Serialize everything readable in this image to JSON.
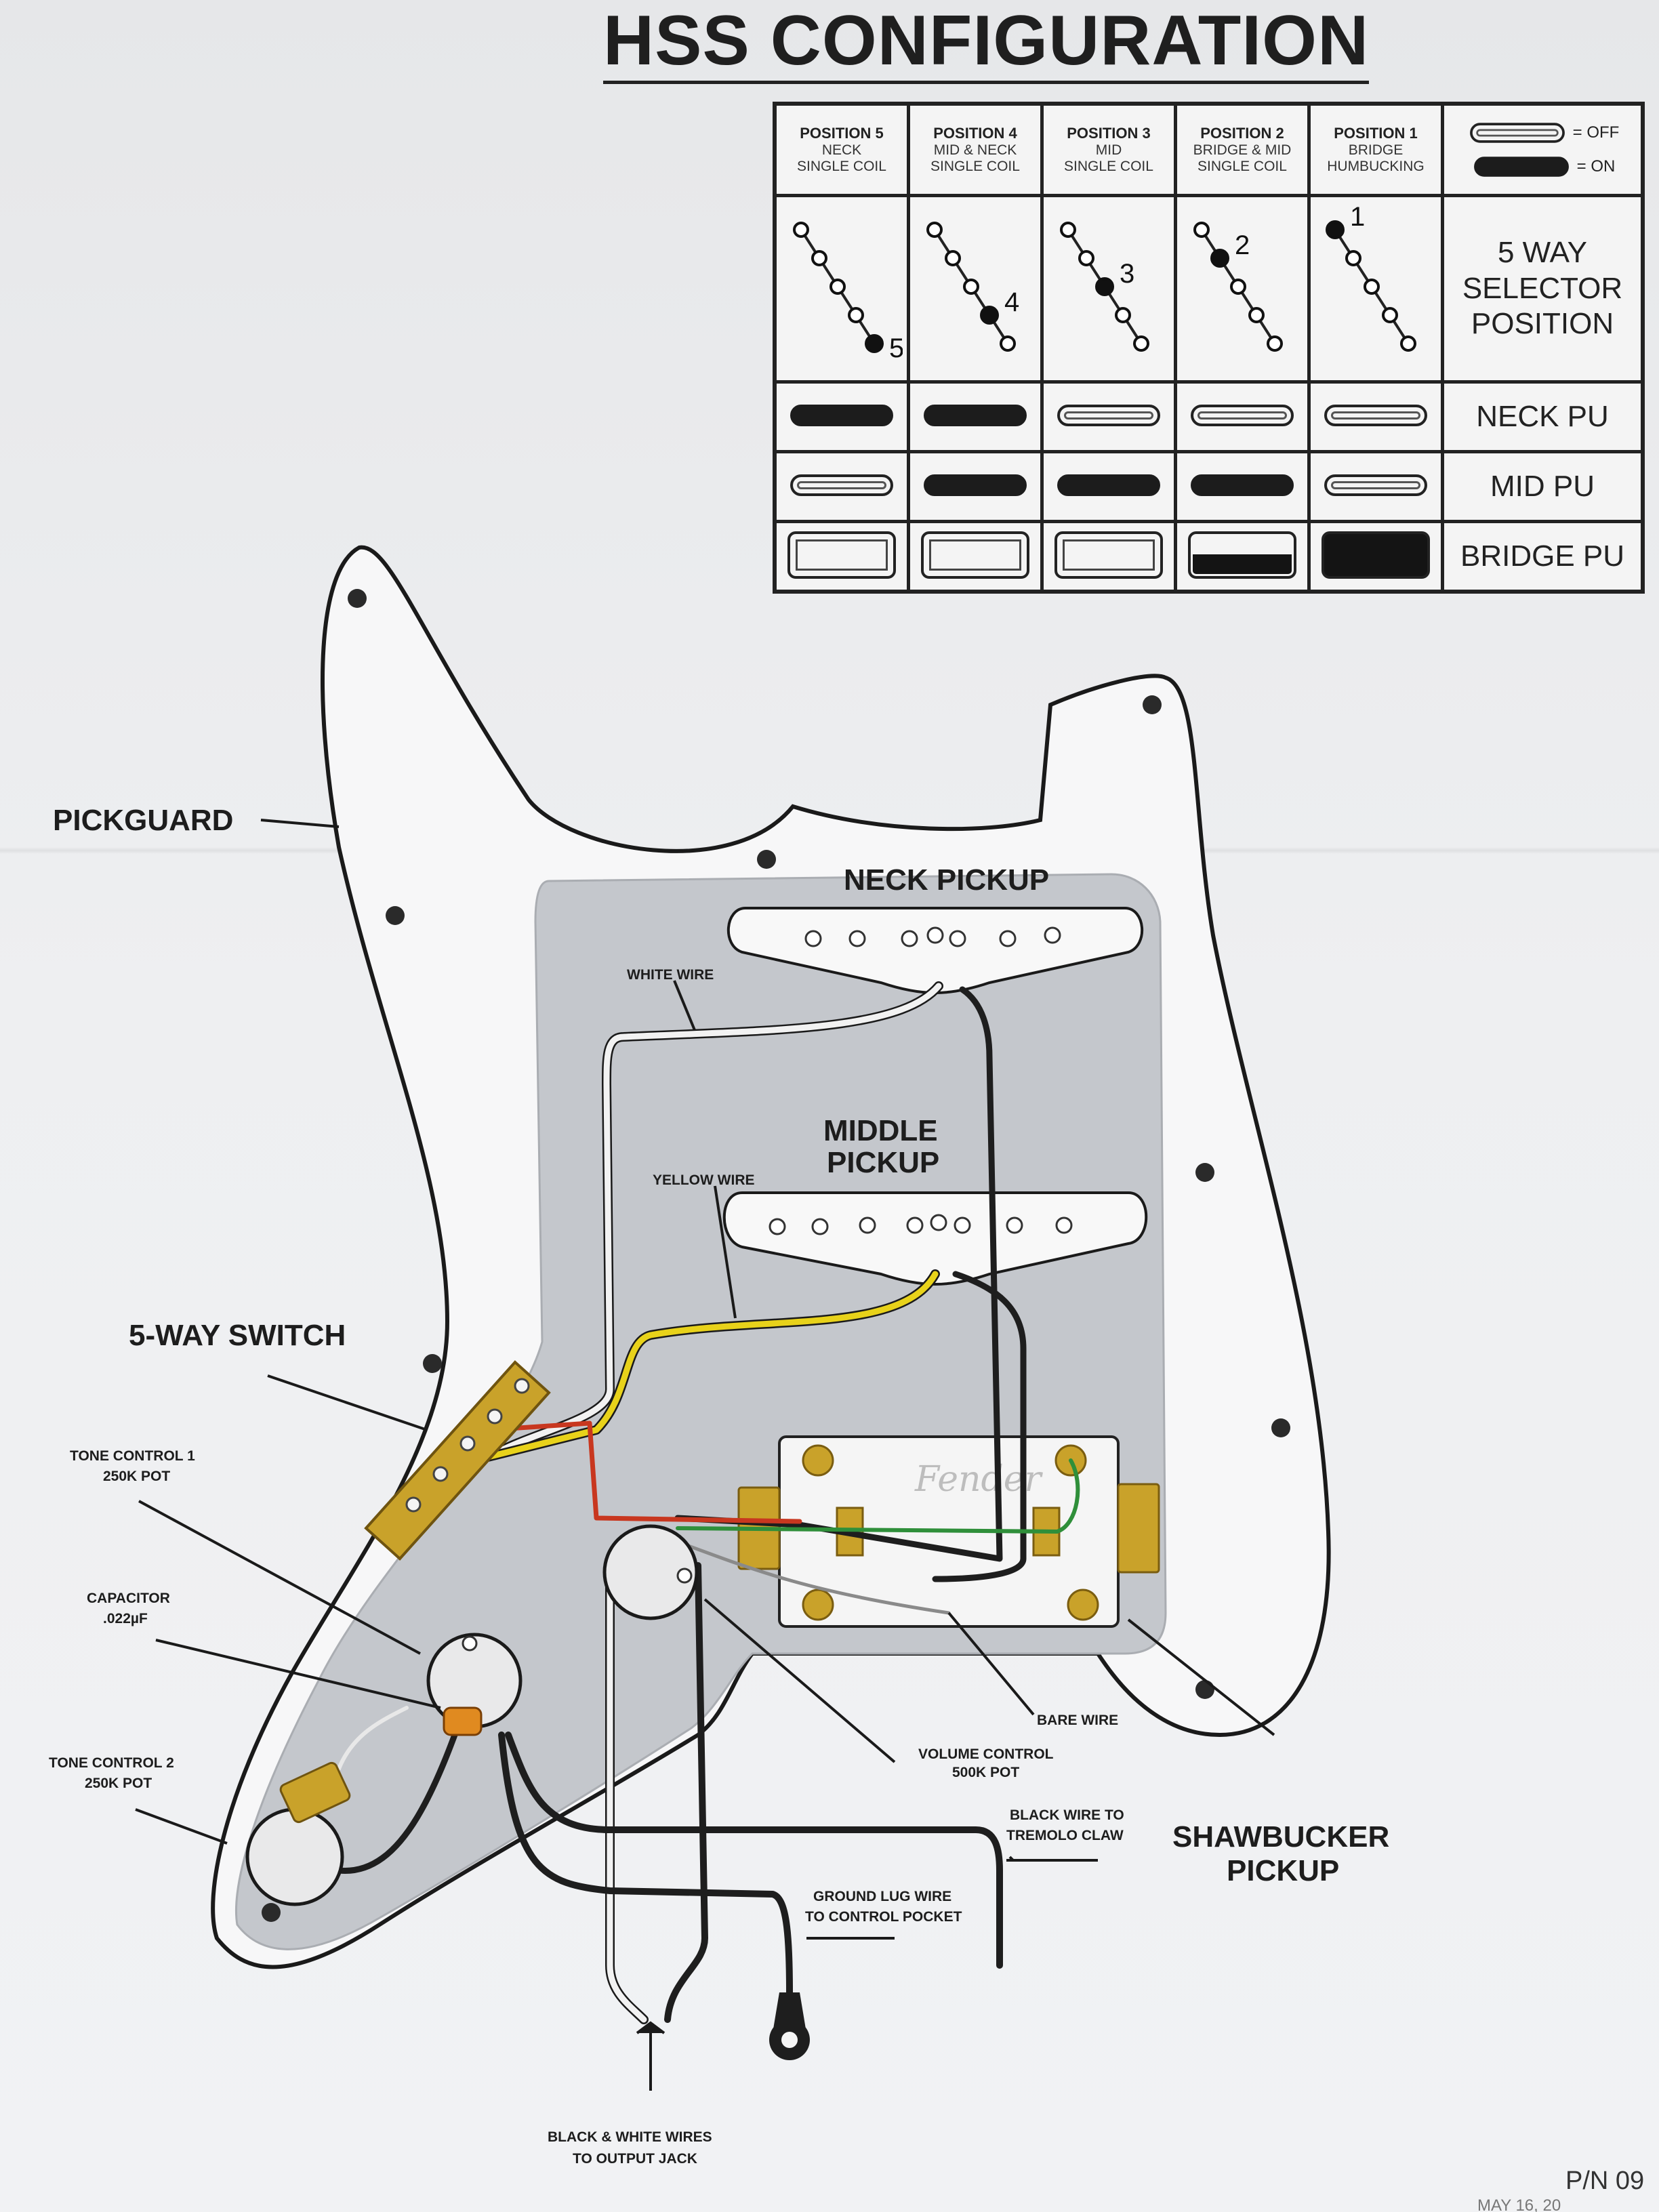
{
  "title": "HSS CONFIGURATION",
  "config_table": {
    "positions": [
      {
        "title": "POSITION 5",
        "lines": [
          "NECK",
          "SINGLE COIL"
        ],
        "number": "5",
        "neck": "on",
        "mid": "off",
        "bridge": "off"
      },
      {
        "title": "POSITION 4",
        "lines": [
          "MID & NECK",
          "SINGLE COIL"
        ],
        "number": "4",
        "neck": "on",
        "mid": "on",
        "bridge": "off"
      },
      {
        "title": "POSITION 3",
        "lines": [
          "MID",
          "SINGLE COIL"
        ],
        "number": "3",
        "neck": "off",
        "mid": "on",
        "bridge": "off"
      },
      {
        "title": "POSITION 2",
        "lines": [
          "BRIDGE & MID",
          "SINGLE COIL"
        ],
        "number": "2",
        "neck": "off",
        "mid": "on",
        "bridge": "half"
      },
      {
        "title": "POSITION 1",
        "lines": [
          "BRIDGE",
          "HUMBUCKING"
        ],
        "number": "1",
        "neck": "off",
        "mid": "off",
        "bridge": "on"
      }
    ],
    "legend": {
      "off": "= OFF",
      "on": "= ON"
    },
    "row_labels": {
      "selector": [
        "5 WAY",
        "SELECTOR",
        "POSITION"
      ],
      "neck": "NECK PU",
      "mid": "MID PU",
      "bridge": "BRIDGE PU"
    }
  },
  "labels": {
    "pickguard": "PICKGUARD",
    "neck_pickup": "NECK PICKUP",
    "middle_pickup": [
      "MIDDLE",
      "PICKUP"
    ],
    "five_way_switch": "5-WAY SWITCH",
    "tone_control_1": [
      "TONE CONTROL 1",
      "250K POT"
    ],
    "capacitor": [
      "CAPACITOR",
      ".022µF"
    ],
    "tone_control_2": [
      "TONE CONTROL 2",
      "250K POT"
    ],
    "white_wire": "WHITE WIRE",
    "yellow_wire": "YELLOW WIRE",
    "bare_wire": "BARE WIRE",
    "volume_control": [
      "VOLUME CONTROL",
      "500K POT"
    ],
    "black_wire_tremolo": [
      "BLACK WIRE TO",
      "TREMOLO CLAW"
    ],
    "ground_lug": [
      "GROUND LUG WIRE",
      "TO CONTROL POCKET"
    ],
    "output_jack": [
      "BLACK & WHITE WIRES",
      "TO OUTPUT JACK"
    ],
    "shawbucker": [
      "SHAWBUCKER",
      "PICKUP"
    ],
    "brand_logo": "Fender",
    "part_number": "P/N 09",
    "date_fragment": "MAY 16, 20"
  },
  "colors": {
    "wire_black": "#1e1e1e",
    "wire_white": "#f2f2f2",
    "wire_yellow": "#e8d21a",
    "wire_red": "#c8371f",
    "wire_green": "#2f8f3a",
    "brass": "#c9a22a",
    "shield": "#b5b8bd",
    "capacitor": "#e08a20"
  }
}
